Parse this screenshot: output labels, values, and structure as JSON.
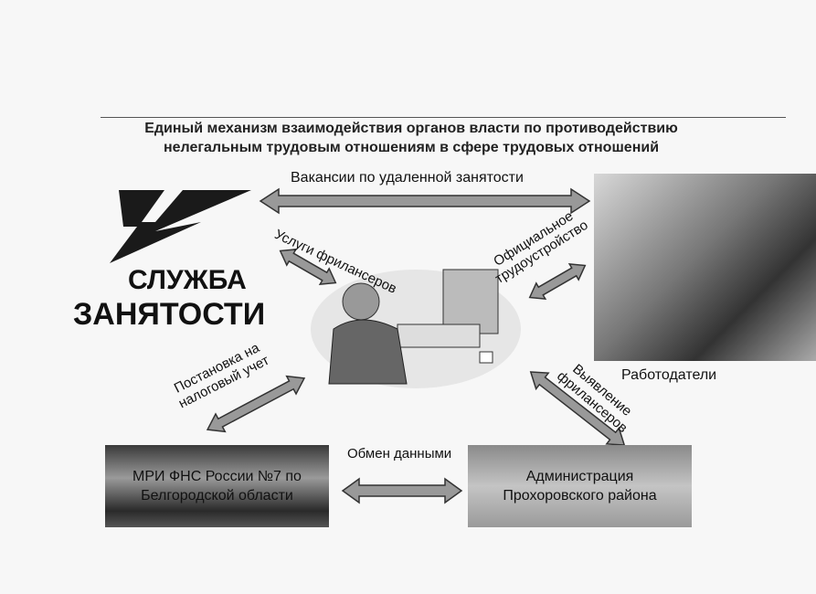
{
  "title": {
    "line1": "Единый механизм взаимодействия органов власти по противодействию",
    "line2": "нелегальным трудовым отношениям в сфере трудовых отношений"
  },
  "logo": {
    "line1": "СЛУЖБА",
    "line2": "ЗАНЯТОСТИ"
  },
  "labels": {
    "vacancies": "Вакансии по удаленной занятости",
    "freelance_services": "Услуги фрилансеров",
    "official_employment_1": "Официальное",
    "official_employment_2": "трудоустройство",
    "tax_registration_1": "Постановка на",
    "tax_registration_2": "налоговый учет",
    "detection_1": "Выявление",
    "detection_2": "фрилансеров",
    "data_exchange": "Обмен данными",
    "employers": "Работодатели"
  },
  "boxes": {
    "mri": {
      "line1": "МРИ ФНС России №7 по",
      "line2": "Белгородской области"
    },
    "admin": {
      "line1": "Администрация",
      "line2": "Прохоровского района"
    }
  }
}
